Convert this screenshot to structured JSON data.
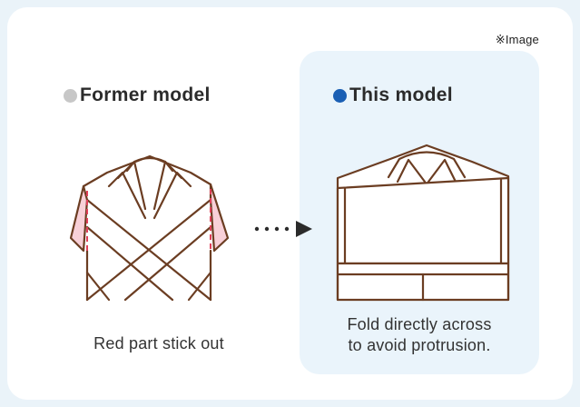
{
  "note": "※Image",
  "former": {
    "title": "Former model",
    "caption": "Red part stick out",
    "bullet_color": "#c7c7c7"
  },
  "current": {
    "title": "This model",
    "caption_line1": "Fold directly across",
    "caption_line2": "to avoid protrusion.",
    "bullet_color": "#1a5fb4"
  },
  "colors": {
    "outline": "#6b3d22",
    "highlight": "#f8d0d8",
    "highlight_dash": "#e0405a",
    "panel": "#eaf4fb"
  }
}
